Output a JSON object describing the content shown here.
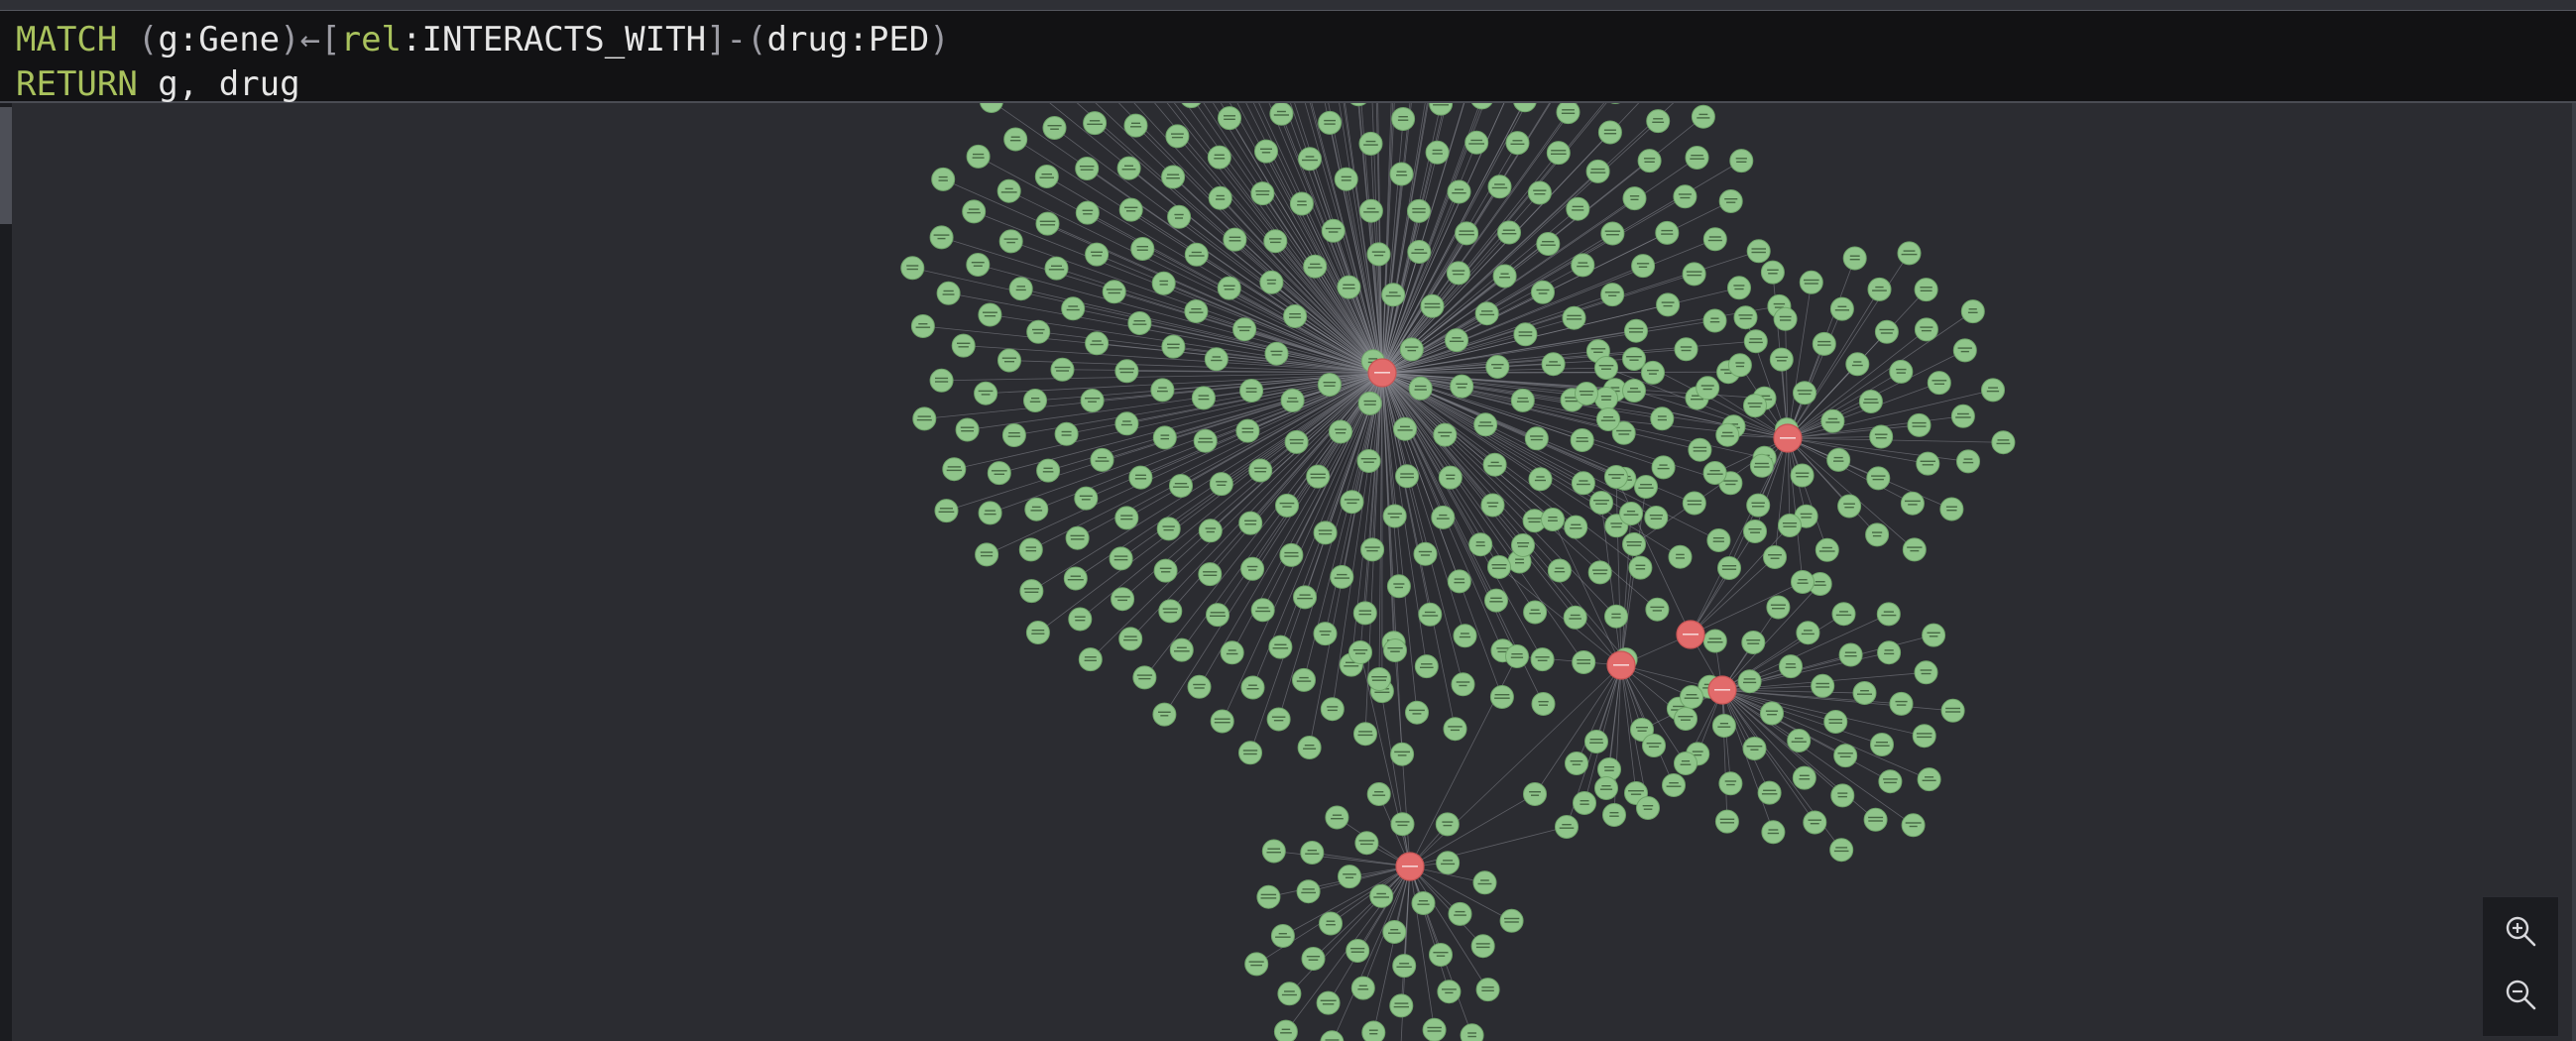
{
  "query": {
    "line1": {
      "keyword": "MATCH",
      "open1": " (",
      "var1": "g",
      "label1": ":Gene",
      "close1": ")",
      "arrow": "←[",
      "var2": "rel",
      "reltype": ":INTERACTS_WITH",
      "arrow2": "]-(",
      "var3": "drug",
      "label3": ":PED",
      "close3": ")"
    },
    "line2": {
      "keyword": "RETURN",
      "rest": " g, drug"
    }
  },
  "graph": {
    "colors": {
      "background": "#2b2c31",
      "gene_node": "#8fc58a",
      "drug_node": "#e26b6b",
      "edge": "#8a8c94"
    },
    "node_types": [
      "Gene",
      "PED"
    ],
    "relationship_type": "INTERACTS_WITH"
  },
  "zoom": {
    "in_icon": "zoom-in-icon",
    "out_icon": "zoom-out-icon"
  }
}
